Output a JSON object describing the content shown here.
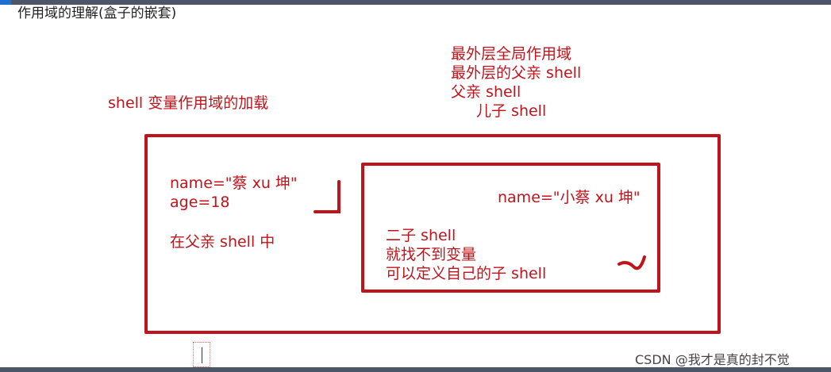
{
  "page_title": "作用域的理解(盒子的嵌套)",
  "scope_notes": [
    "最外层全局作用域",
    "最外层的父亲 shell",
    "父亲 shell",
    "儿子 shell"
  ],
  "loading_title": "shell 变量作用域的加载",
  "parent_box": {
    "vars": [
      "name=\"蔡 xu 坤\"",
      "age=18"
    ],
    "note": "在父亲 shell 中"
  },
  "child_box": {
    "var": "name=\"小蔡 xu 坤\"",
    "notes": [
      "二子 shell",
      "就找不到变量",
      "可以定义自己的子 shell"
    ]
  },
  "watermark": "CSDN @我才是真的封不觉",
  "colors": {
    "annotation": "#c0141c",
    "frame": "#4b5668",
    "accent": "#1f6fd1"
  }
}
